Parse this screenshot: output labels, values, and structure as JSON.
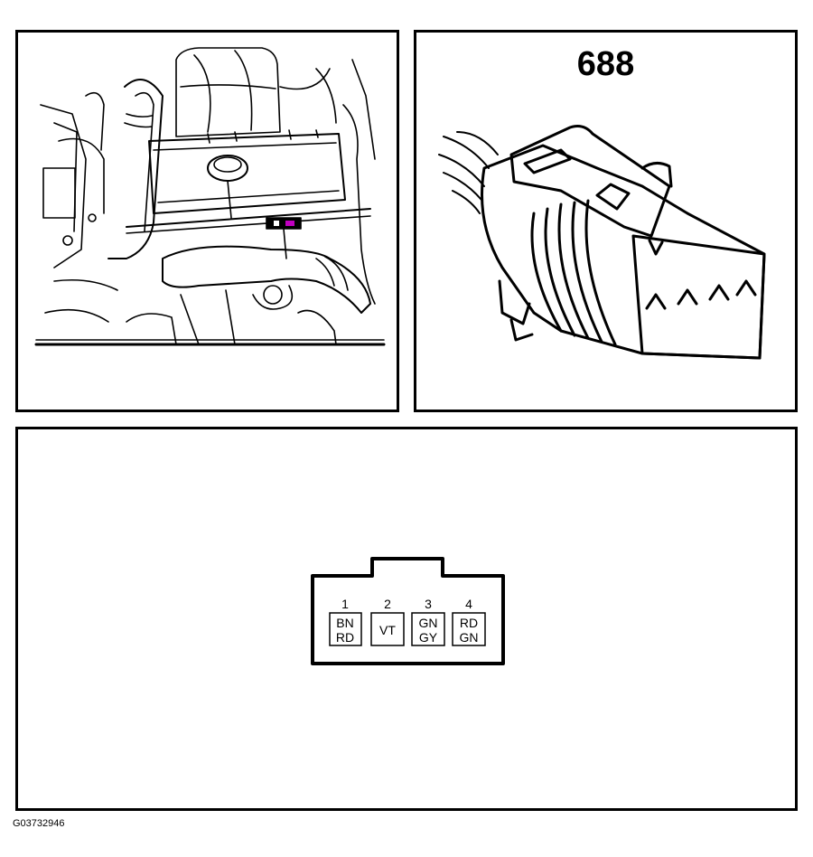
{
  "connector": {
    "number": "688",
    "pins": [
      {
        "num": "1",
        "line1": "BN",
        "line2": "RD"
      },
      {
        "num": "2",
        "line1": "VT",
        "line2": ""
      },
      {
        "num": "3",
        "line1": "GN",
        "line2": "GY"
      },
      {
        "num": "4",
        "line1": "RD",
        "line2": "GN"
      }
    ]
  },
  "figure_id": "G03732946",
  "colors": {
    "line": "#000000",
    "highlight": "#c000c0",
    "background": "#ffffff"
  }
}
